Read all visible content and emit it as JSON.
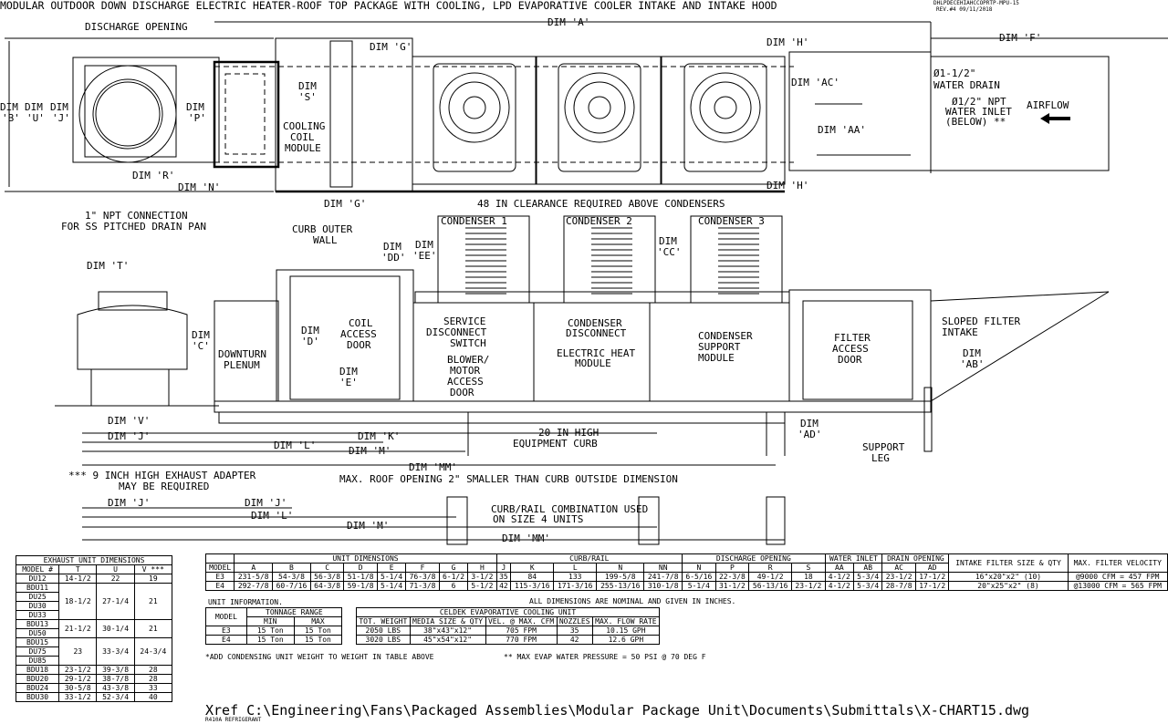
{
  "title": "MODULAR OUTDOOR DOWN DISCHARGE ELECTRIC HEATER-ROOF TOP PACKAGE WITH COOLING, LPD EVAPORATIVE COOLER INTAKE AND INTAKE HOOD",
  "drawing_id": "DHLPDECEHIAHCCOPRTP-MPU-15",
  "revision": "REV.#4   09/11/2018",
  "labels": {
    "dim_a": "DIM 'A'",
    "dim_f": "DIM 'F'",
    "discharge_opening": "DISCHARGE OPENING",
    "dim_g": "DIM 'G'",
    "dim_h": "DIM 'H'",
    "dim_s1": "DIM",
    "dim_s2": "'S'",
    "dim_b1": "DIM",
    "dim_b2": "'B'",
    "dim_u1": "DIM",
    "dim_u2": "'U'",
    "dim_j1": "DIM",
    "dim_j2": "'J'",
    "dim_p1": "DIM",
    "dim_p2": "'P'",
    "cooling1": "COOLING",
    "cooling2": "COIL",
    "cooling3": "MODULE",
    "dim_ac": "DIM 'AC'",
    "drain1": "Ø1-1/2\"",
    "drain2": "WATER DRAIN",
    "inlet1": "Ø1/2\" NPT",
    "inlet2": "WATER INLET",
    "inlet3": "(BELOW) **",
    "airflow": "AIRFLOW",
    "dim_aa": "DIM 'AA'",
    "dim_r": "DIM 'R'",
    "dim_n": "DIM 'N'",
    "dim_h2": "DIM 'H'",
    "dim_g2": "DIM 'G'",
    "npt1": "1\" NPT CONNECTION",
    "npt2": "FOR SS PITCHED DRAIN PAN",
    "curb1": "CURB OUTER",
    "curb2": "WALL",
    "clearance": "48 IN CLEARANCE REQUIRED ABOVE CONDENSERS",
    "condenser1": "CONDENSER 1",
    "condenser2": "CONDENSER 2",
    "condenser3": "CONDENSER 3",
    "dim_dd1": "DIM",
    "dim_dd2": "'DD'",
    "dim_ee1": "DIM",
    "dim_ee2": "'EE'",
    "dim_cc1": "DIM",
    "dim_cc2": "'CC'",
    "dim_t": "DIM 'T'",
    "dim_c1": "DIM",
    "dim_c2": "'C'",
    "downturn1": "DOWNTURN",
    "downturn2": "PLENUM",
    "dim_d1": "DIM",
    "dim_d2": "'D'",
    "coil1": "COIL",
    "coil2": "ACCESS",
    "coil3": "DOOR",
    "dim_e1": "DIM",
    "dim_e2": "'E'",
    "service1": "SERVICE",
    "service2": "DISCONNECT",
    "service3": "SWITCH",
    "blower1": "BLOWER/",
    "blower2": "MOTOR",
    "blower3": "ACCESS",
    "blower4": "DOOR",
    "cdisc1": "CONDENSER",
    "cdisc2": "DISCONNECT",
    "eheat1": "ELECTRIC HEAT",
    "eheat2": "MODULE",
    "csup1": "CONDENSER",
    "csup2": "SUPPORT",
    "csup3": "MODULE",
    "filter1": "FILTER",
    "filter2": "ACCESS",
    "filter3": "DOOR",
    "sloped1": "SLOPED FILTER",
    "sloped2": "INTAKE",
    "dim_ab1": "DIM",
    "dim_ab2": "'AB'",
    "dim_v": "DIM 'V'",
    "dim_j": "DIM 'J'",
    "dim_l": "DIM 'L'",
    "dim_k": "DIM 'K'",
    "curb20_1": "20 IN HIGH",
    "curb20_2": "EQUIPMENT CURB",
    "dim_m": "DIM 'M'",
    "dim_ad1": "DIM",
    "dim_ad2": "'AD'",
    "leg1": "SUPPORT",
    "leg2": "LEG",
    "dim_mm": "DIM 'MM'",
    "exhaust1": "*** 9 INCH HIGH EXHAUST ADAPTER",
    "exhaust2": "MAY BE REQUIRED",
    "roof_opening": "MAX. ROOF OPENING 2\" SMALLER THAN CURB OUTSIDE DIMENSION",
    "rail1": "CURB/RAIL COMBINATION USED",
    "rail2": "ON SIZE 4 UNITS"
  },
  "exhaust_table": {
    "title": "EXHAUST UNIT DIMENSIONS",
    "headers": [
      "MODEL #",
      "T",
      "U",
      "V ***"
    ],
    "groups": [
      {
        "models": [
          "DU12"
        ],
        "T": "14-1/2",
        "U": "22",
        "V": "19"
      },
      {
        "models": [
          "BDU11",
          "DU25",
          "DU30",
          "DU33"
        ],
        "T": "18-1/2",
        "U": "27-1/4",
        "V": "21"
      },
      {
        "models": [
          "BDU13",
          "DU50"
        ],
        "T": "21-1/2",
        "U": "30-1/4",
        "V": "21"
      },
      {
        "models": [
          "BDU15",
          "DU75",
          "DU85"
        ],
        "T": "23",
        "U": "33-3/4",
        "V": "24-3/4"
      },
      {
        "models": [
          "BDU18"
        ],
        "T": "23-1/2",
        "U": "39-3/8",
        "V": "28"
      },
      {
        "models": [
          "BDU20"
        ],
        "T": "29-1/2",
        "U": "38-7/8",
        "V": "28"
      },
      {
        "models": [
          "BDU24"
        ],
        "T": "30-5/8",
        "U": "43-3/8",
        "V": "33"
      },
      {
        "models": [
          "BDU30"
        ],
        "T": "33-1/2",
        "U": "52-3/4",
        "V": "40"
      }
    ]
  },
  "dimensions_table": {
    "group_headers": [
      {
        "label": "",
        "span": 1
      },
      {
        "label": "UNIT DIMENSIONS",
        "span": 8
      },
      {
        "label": "CURB/RAIL",
        "span": 5
      },
      {
        "label": "DISCHARGE OPENING",
        "span": 4
      },
      {
        "label": "WATER INLET",
        "span": 2
      },
      {
        "label": "DRAIN OPENING",
        "span": 2
      }
    ],
    "extra_headers": [
      "INTAKE FILTER SIZE & QTY",
      "MAX. FILTER VELOCITY"
    ],
    "columns": [
      "MODEL",
      "A",
      "B",
      "C",
      "D",
      "E",
      "F",
      "G",
      "H",
      "J",
      "K",
      "L",
      "N",
      "NN",
      "N",
      "P",
      "R",
      "S",
      "AA",
      "AB",
      "AC",
      "AD"
    ],
    "rows": [
      [
        "E3",
        "231-5/8",
        "54-3/8",
        "56-3/8",
        "51-1/8",
        "5-1/4",
        "76-3/8",
        "6-1/2",
        "3-1/2",
        "35",
        "84",
        "133",
        "199-5/8",
        "241-7/8",
        "6-5/16",
        "22-3/8",
        "49-1/2",
        "18",
        "4-1/2",
        "5-3/4",
        "23-1/2",
        "17-1/2",
        "16\"x20\"x2\" (10)",
        "@9000 CFM = 457 FPM"
      ],
      [
        "E4",
        "292-7/8",
        "60-7/16",
        "64-3/8",
        "59-1/8",
        "5-1/4",
        "71-3/8",
        "6",
        "5-1/2",
        "42",
        "115-3/16",
        "171-3/16",
        "255-13/16",
        "310-1/8",
        "5-1/4",
        "31-1/2",
        "56-13/16",
        "23-1/2",
        "4-1/2",
        "5-3/4",
        "28-7/8",
        "17-1/2",
        "20\"x25\"x2\" (8)",
        "@13000 CFM = 565 FPM"
      ]
    ],
    "note": "ALL DIMENSIONS ARE NOMINAL AND GIVEN IN INCHES."
  },
  "unit_info": {
    "caption": "UNIT INFORMATION.",
    "tonnage": {
      "headers": [
        "MODEL",
        "TONNAGE RANGE",
        "MIN",
        "MAX"
      ],
      "rows": [
        [
          "E3",
          "15 Ton",
          "15 Ton"
        ],
        [
          "E4",
          "15 Ton",
          "15 Ton"
        ]
      ]
    },
    "evap": {
      "title": "CELDEK EVAPORATIVE COOLING UNIT",
      "headers": [
        "TOT. WEIGHT",
        "MEDIA SIZE & QTY",
        "VEL. @ MAX. CFM",
        "NOZZLES",
        "MAX. FLOW RATE"
      ],
      "rows": [
        [
          "2050 LBS",
          "38\"x43\"x12\"",
          "705 FPM",
          "35",
          "10.15 GPH"
        ],
        [
          "3020 LBS",
          "45\"x54\"x12\"",
          "770 FPM",
          "42",
          "12.6 GPH"
        ]
      ]
    },
    "note_weight": "*ADD CONDENSING UNIT WEIGHT TO WEIGHT IN TABLE ABOVE",
    "note_pressure": "** MAX EVAP WATER PRESSURE = 50 PSI @ 70 DEG F"
  },
  "xref": "Xref C:\\Engineering\\Fans\\Packaged Assemblies\\Modular Package Unit\\Documents\\Submittals\\X-CHART15.dwg",
  "refrigerant": "R410A REFRIGERANT"
}
